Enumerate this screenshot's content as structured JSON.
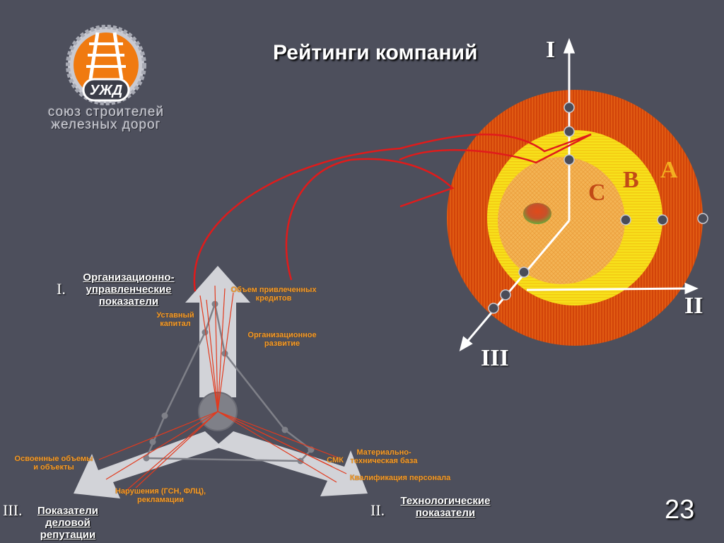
{
  "title": "Рейтинги компаний",
  "logo": {
    "emblem_text": "УЖД",
    "org_name_lines": [
      "союз строителей",
      "железных дорог"
    ]
  },
  "rating_diagram": {
    "axis_labels": [
      "I",
      "II",
      "III"
    ],
    "ring_labels": [
      "A",
      "B",
      "C"
    ],
    "colors": {
      "ring_a": "#d2440a",
      "ring_b": "#f7e11b",
      "ring_c": "#f3b354",
      "arrow": "#e01b1b"
    }
  },
  "indicators": {
    "group_1": {
      "numeral": "I.",
      "lines": [
        "Организационно-",
        "управленческие",
        "показатели"
      ]
    },
    "group_2": {
      "numeral": "II.",
      "lines": [
        "Технологические",
        "показатели"
      ]
    },
    "group_3": {
      "numeral": "III.",
      "lines": [
        "Показатели",
        "деловой",
        "репутации"
      ]
    },
    "items": {
      "credits": [
        "Объем привлеченных",
        "кредитов"
      ],
      "capital": [
        "Уставный",
        "капитал"
      ],
      "org_dev": [
        "Организационное",
        "развитие"
      ],
      "material": [
        "Материально-",
        "техническая база"
      ],
      "smk": "СМК",
      "staff": "Квалификация персонала",
      "volumes": [
        "Освоенные объемы",
        "и объекты"
      ],
      "violations": [
        "Нарушения (ГСН, ФЛЦ),",
        "рекламации"
      ]
    }
  },
  "page_number": "23"
}
